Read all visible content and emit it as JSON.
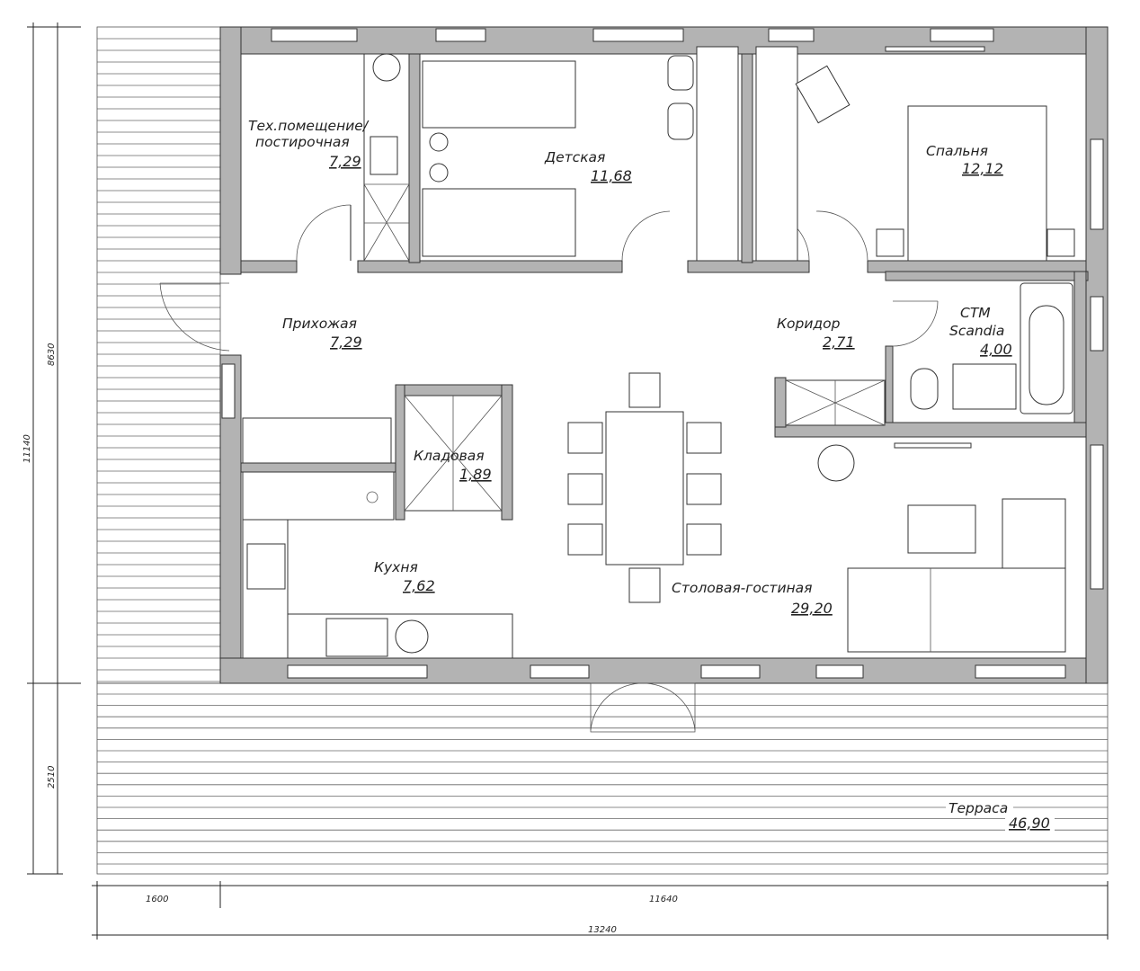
{
  "rooms": {
    "tech": {
      "name_line1": "Тех.помещение/",
      "name_line2": "постирочная",
      "area": "7,29"
    },
    "kids": {
      "name": "Детская",
      "area": "11,68"
    },
    "bedroom": {
      "name": "Спальня",
      "area": "12,12"
    },
    "hall": {
      "name": "Прихожая",
      "area": "7,29"
    },
    "corridor": {
      "name": "Коридор",
      "area": "2,71"
    },
    "bath": {
      "name_line1": "СТМ",
      "name_line2": "Scandia",
      "area": "4,00"
    },
    "pantry": {
      "name": "Кладовая",
      "area": "1,89"
    },
    "kitchen": {
      "name": "Кухня",
      "area": "7,62"
    },
    "living": {
      "name": "Столовая-гостиная",
      "area": "29,20"
    },
    "terrace": {
      "name": "Терраса",
      "area": "46,90"
    }
  },
  "dimensions": {
    "total_height": "11140",
    "house_height": "8630",
    "terrace_depth": "2510",
    "terrace_width": "1600",
    "house_width": "11640",
    "total_width": "13240"
  },
  "colors": {
    "wall": "#b3b3b3",
    "line": "#222222"
  }
}
